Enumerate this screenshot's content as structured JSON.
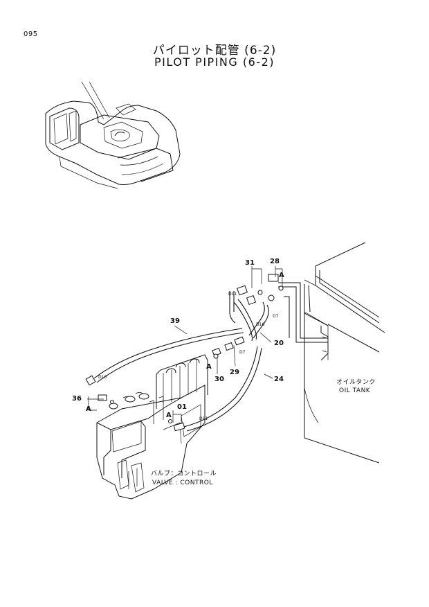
{
  "header": {
    "page_number": "095",
    "title_ja": "パイロット配管 (6-2)",
    "title_en": "PILOT PIPING (6-2)"
  },
  "callouts": {
    "p31": "31",
    "p28": "28",
    "a_top": "A",
    "p39": "39",
    "p20": "20",
    "p29": "29",
    "p30": "30",
    "a_30": "A",
    "p24": "24",
    "p36": "36",
    "a_36": "A",
    "p01": "01",
    "a_01": "A"
  },
  "size_marks": {
    "d11_top": "D11",
    "d7_right": "D7",
    "d16_center": "D16",
    "d7_center": "D7",
    "d16_left": "D16",
    "d11_bottom": "D11"
  },
  "labels": {
    "oil_tank_ja": "オイルタンク",
    "oil_tank_en": "OIL TANK",
    "valve_ja": "バルブ：コントロール",
    "valve_en": "VALVE : CONTROL"
  }
}
